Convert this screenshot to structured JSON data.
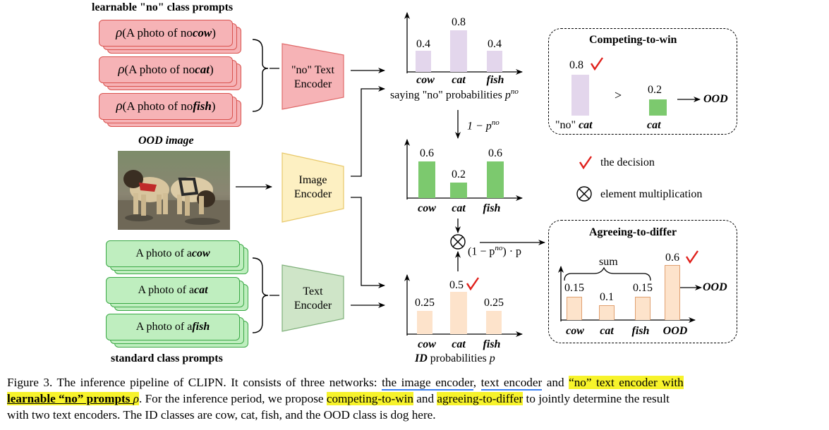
{
  "top_left": {
    "learnable_title": "learnable \"no\" class prompts",
    "learnable_prompts": [
      {
        "rho": "ρ",
        "prefix": "(A photo of no ",
        "cls": "cow",
        "suffix": ")"
      },
      {
        "rho": "ρ",
        "prefix": "(A photo of no ",
        "cls": "cat",
        "suffix": ")"
      },
      {
        "rho": "ρ",
        "prefix": "(A photo of no ",
        "cls": "fish",
        "suffix": ")"
      }
    ],
    "ood_image_label": "OOD image",
    "standard_prompts": [
      {
        "prefix": "A photo of a ",
        "cls": "cow"
      },
      {
        "prefix": "A photo of a ",
        "cls": "cat"
      },
      {
        "prefix": "A photo of a ",
        "cls": "fish"
      }
    ],
    "standard_title": "standard class prompts"
  },
  "encoders": {
    "no_text": [
      "\"no\" Text",
      "Encoder"
    ],
    "image": [
      "Image",
      "Encoder"
    ],
    "text": [
      "Text",
      "Encoder"
    ]
  },
  "colors": {
    "purple_bar": "#e3d6ec",
    "green_bar": "#7cc96e",
    "peach_bar": "#fde3cb",
    "red_encoder": "#f6b3b6",
    "yellow_encoder": "#fdf0c2",
    "green_encoder": "#cfe5c8",
    "check": "#e0201b",
    "highlight": "#f7f32b",
    "underline": "#3b82f6"
  },
  "charts": {
    "no_prob": {
      "categories": [
        "cow",
        "cat",
        "fish"
      ],
      "values": [
        0.4,
        0.8,
        0.4
      ],
      "value_labels": [
        "0.4",
        "0.8",
        "0.4"
      ],
      "caption_prefix": "saying \"no\" probabilities ",
      "caption_symbol": "p",
      "caption_sup": "no"
    },
    "one_minus": {
      "label_main": "1 − p",
      "label_sup": "no",
      "categories": [
        "cow",
        "cat",
        "fish"
      ],
      "values": [
        0.6,
        0.2,
        0.6
      ],
      "value_labels": [
        "0.6",
        "0.2",
        "0.6"
      ]
    },
    "product_label": {
      "main": "(1 − p",
      "sup": "no",
      "tail": ") · p"
    },
    "id_prob": {
      "categories": [
        "cow",
        "cat",
        "fish"
      ],
      "values": [
        0.25,
        0.5,
        0.25
      ],
      "value_labels": [
        "0.25",
        "0.5",
        "0.25"
      ],
      "caption_bold": "ID",
      "caption_rest": " probabilities ",
      "caption_symbol": "p"
    }
  },
  "competing": {
    "title": "Competing-to-win",
    "left_value": "0.8",
    "right_value": "0.2",
    "gt": ">",
    "result": "OOD",
    "left_label_plain": "\"no\" ",
    "left_label_bold": "cat",
    "right_label": "cat"
  },
  "legend": {
    "decision": "the decision",
    "multiplication": "element multiplication"
  },
  "agreeing": {
    "title": "Agreeing-to-differ",
    "sum_label": "sum",
    "categories": [
      "cow",
      "cat",
      "fish",
      "OOD"
    ],
    "values": [
      0.15,
      0.1,
      0.15,
      0.6
    ],
    "value_labels": [
      "0.15",
      "0.1",
      "0.15",
      "0.6"
    ],
    "result": "OOD"
  },
  "caption": {
    "l1_a": "Figure 3. The inference pipeline of CLIPN. It consists of three networks: ",
    "l1_u1": "the image encoder",
    "l1_b": ", ",
    "l1_u2": "text encoder",
    "l1_c": " and ",
    "l1_h1": "“no” text encoder with",
    "l2_h": "learnable “no” prompts ",
    "l2_rho": "ρ",
    "l2_a": ". For the inference period, we propose ",
    "l2_h2": "competing-to-win",
    "l2_b": " and ",
    "l2_h3": "agreeing-to-differ",
    "l2_c": " to jointly determine the result",
    "l3": "with two text encoders. The ID classes are cow, cat, fish, and the OOD class is dog here."
  }
}
